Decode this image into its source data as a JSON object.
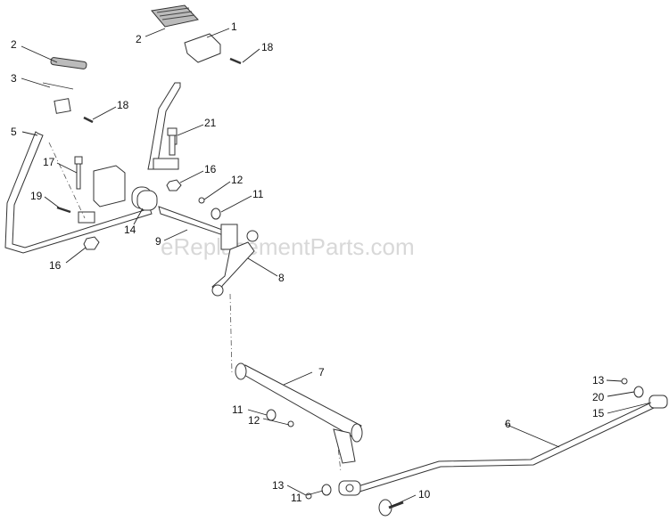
{
  "watermark": "eReplacementParts.com",
  "callouts": {
    "c1": "1",
    "c2a": "2",
    "c2b": "2",
    "c3": "3",
    "c5": "5",
    "c6": "6",
    "c7": "7",
    "c8": "8",
    "c9": "9",
    "c10": "10",
    "c11a": "11",
    "c11b": "11",
    "c11c": "11",
    "c12a": "12",
    "c12b": "12",
    "c13a": "13",
    "c13b": "13",
    "c14": "14",
    "c15": "15",
    "c16a": "16",
    "c16b": "16",
    "c17": "17",
    "c18a": "18",
    "c18b": "18",
    "c19": "19",
    "c20": "20",
    "c21": "21"
  }
}
